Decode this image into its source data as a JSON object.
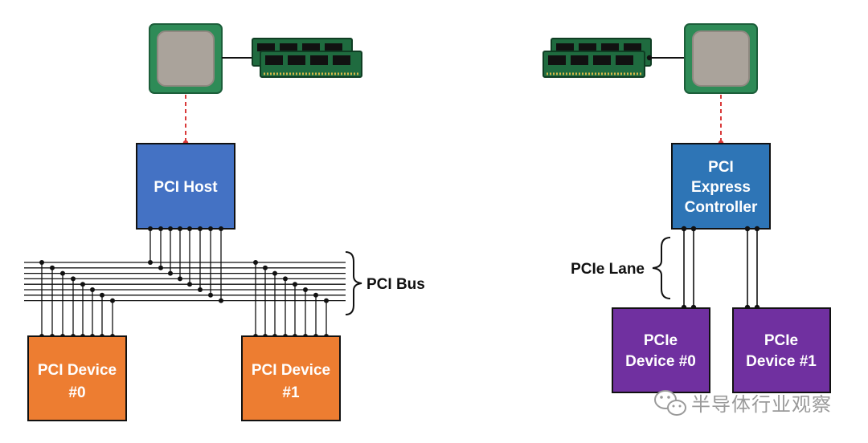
{
  "left": {
    "host_label": "PCI Host",
    "bus_label": "PCI Bus",
    "device0": [
      "PCI Device",
      "#0"
    ],
    "device1": [
      "PCI Device",
      "#1"
    ]
  },
  "right": {
    "controller": [
      "PCI",
      "Express",
      "Controller"
    ],
    "lane_label": "PCIe Lane",
    "device0": [
      "PCIe",
      "Device #0"
    ],
    "device1": [
      "PCIe",
      "Device #1"
    ]
  },
  "watermark": "半导体行业观察",
  "colors": {
    "pci_host": "#4472c4",
    "pci_device": "#ed7d31",
    "pcie_controller": "#2e75b6",
    "pcie_device": "#7030a0",
    "cpu_body": "#2e8b57",
    "cpu_die": "#aaa39b",
    "ram": "#1f6b3f",
    "link": "#d93a3a"
  }
}
